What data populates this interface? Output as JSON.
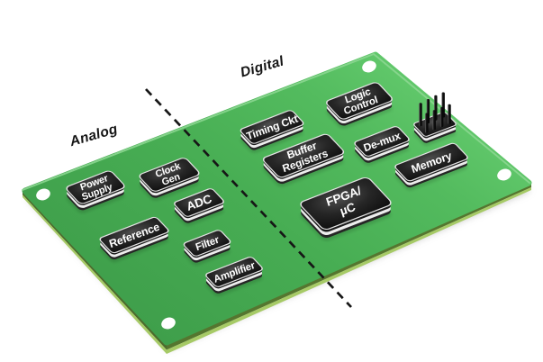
{
  "scene": {
    "type": "pcb-isometric-diagram",
    "background": "#ffffff"
  },
  "sections": {
    "analog": {
      "label": "Analog"
    },
    "digital": {
      "label": "Digital"
    }
  },
  "divider": {
    "style": "dashed",
    "color": "#161616"
  },
  "board": {
    "top_color_light": "#60c76a",
    "top_color_dark": "#3f9f4b",
    "edge_dark": "#4c6b2c",
    "edge_light": "#a6ca66",
    "hole_color": "#ffffff",
    "hole_count": 4
  },
  "chip_style": {
    "body_color": "#141414",
    "rim_color": "#ededed",
    "text_color": "#ffffff"
  },
  "chips": [
    {
      "id": "power-supply",
      "label": "Power Supply",
      "section": "analog",
      "lines": [
        "Power",
        "Supply"
      ]
    },
    {
      "id": "clock-gen",
      "label": "Clock Gen",
      "section": "analog",
      "lines": [
        "Clock",
        "Gen"
      ]
    },
    {
      "id": "adc",
      "label": "ADC",
      "section": "analog",
      "lines": [
        "ADC"
      ]
    },
    {
      "id": "reference",
      "label": "Reference",
      "section": "analog",
      "lines": [
        "Reference"
      ]
    },
    {
      "id": "filter",
      "label": "Filter",
      "section": "analog",
      "lines": [
        "Filter"
      ]
    },
    {
      "id": "amplifier",
      "label": "Amplifier",
      "section": "analog",
      "lines": [
        "Amplifier"
      ]
    },
    {
      "id": "timing-ckt",
      "label": "Timing Ckt",
      "section": "digital",
      "lines": [
        "Timing Ckt"
      ]
    },
    {
      "id": "buffer-registers",
      "label": "Buffer Registers",
      "section": "digital",
      "lines": [
        "Buffer",
        "Registers"
      ]
    },
    {
      "id": "logic-control",
      "label": "Logic Control",
      "section": "digital",
      "lines": [
        "Logic",
        "Control"
      ]
    },
    {
      "id": "de-mux",
      "label": "De-mux",
      "section": "digital",
      "lines": [
        "De-mux"
      ]
    },
    {
      "id": "memory",
      "label": "Memory",
      "section": "digital",
      "lines": [
        "Memory"
      ]
    },
    {
      "id": "fpga-uc",
      "label": "FPGA/ µC",
      "section": "digital",
      "lines": [
        "FPGA/",
        "µC"
      ]
    }
  ],
  "connector": {
    "id": "pin-header",
    "pins": 8
  }
}
